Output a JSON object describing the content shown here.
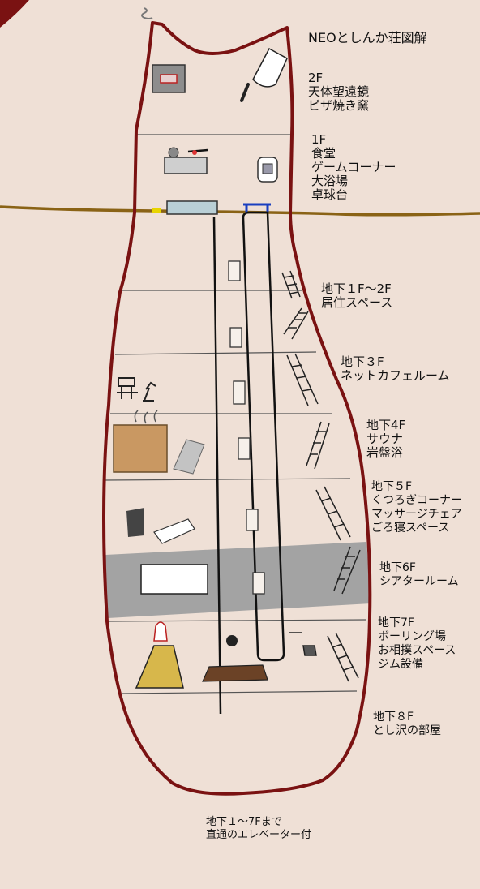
{
  "title": "NEOとしんか荘図解",
  "colors": {
    "background": "#efe0d6",
    "outline": "#7a1212",
    "ground": "#8a6316",
    "theater_band": "#a3a3a3"
  },
  "floors": [
    {
      "floor": "2F",
      "rooms": [
        "天体望遠鏡",
        "ピザ焼き窯"
      ]
    },
    {
      "floor": "1F",
      "rooms": [
        "食堂",
        "ゲームコーナー",
        "大浴場",
        "卓球台"
      ]
    },
    {
      "floor": "地下１F～2F",
      "rooms": [
        "居住スペース"
      ]
    },
    {
      "floor": "地下３F",
      "rooms": [
        "ネットカフェルーム"
      ]
    },
    {
      "floor": "地下4F",
      "rooms": [
        "サウナ",
        "岩盤浴"
      ]
    },
    {
      "floor": "地下５F",
      "rooms": [
        "くつろぎコーナー",
        "マッサージチェア",
        "ごろ寝スペース"
      ]
    },
    {
      "floor": "地下6F",
      "rooms": [
        "シアタールーム"
      ]
    },
    {
      "floor": "地下7F",
      "rooms": [
        "ボーリング場",
        "お相撲スペース",
        "ジム設備"
      ]
    },
    {
      "floor": "地下８F",
      "rooms": [
        "とし沢の部屋"
      ]
    }
  ],
  "footnote": [
    "地下１～7Fまで",
    "直通のエレベーター付"
  ]
}
